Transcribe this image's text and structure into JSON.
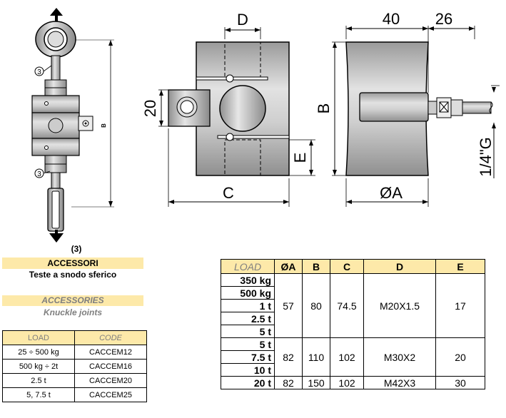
{
  "drawing": {
    "callout": "3",
    "label_b": "B",
    "label_d": "D",
    "label_20": "20",
    "label_e": "E",
    "label_c": "C",
    "label_40": "40",
    "label_26": "26",
    "label_b2": "B",
    "label_thread": "1/4\"G",
    "label_oa": "ØA"
  },
  "accessories": {
    "number": "(3)",
    "title_it": "ACCESSORI",
    "subtitle_it": "Teste a snodo sferico",
    "title_en": "ACCESSORIES",
    "subtitle_en": "Knuckle joints",
    "headers": [
      "LOAD",
      "CODE"
    ],
    "rows": [
      [
        "25 ÷ 500 kg",
        "CACCEM12"
      ],
      [
        "500 kg ÷ 2t",
        "CACCEM16"
      ],
      [
        "2.5 t",
        "CACCEM20"
      ],
      [
        "5, 7.5 t",
        "CACCEM25"
      ]
    ]
  },
  "dimensions": {
    "headers": [
      "LOAD",
      "ØA",
      "B",
      "C",
      "D",
      "E"
    ],
    "group1": {
      "loads": [
        "350 kg",
        "500 kg",
        "1 t",
        "2.5 t",
        "5 t"
      ],
      "a": "57",
      "b": "80",
      "c": "74.5",
      "d": "M20X1.5",
      "e": "17"
    },
    "group2": {
      "loads": [
        "5 t",
        "7.5 t",
        "10 t"
      ],
      "a": "82",
      "b": "110",
      "c": "102",
      "d": "M30X2",
      "e": "20"
    },
    "group3": {
      "loads": [
        "20 t"
      ],
      "a": "82",
      "b": "150",
      "c": "102",
      "d": "M42X3",
      "e": "30"
    }
  }
}
